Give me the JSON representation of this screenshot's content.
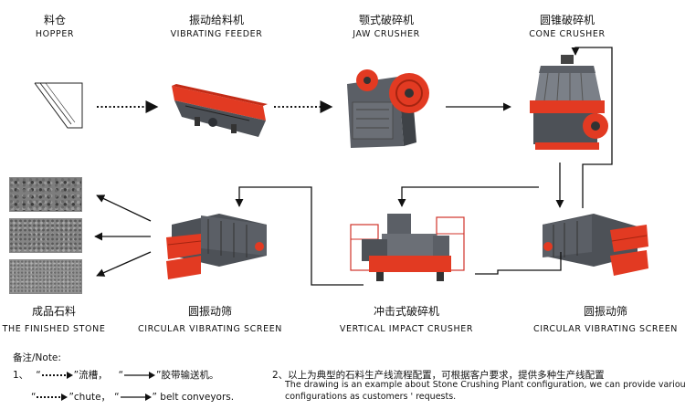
{
  "stages": {
    "hopper": {
      "cn": "料仓",
      "en": "HOPPER"
    },
    "feeder": {
      "cn": "振动给料机",
      "en": "VIBRATING  FEEDER"
    },
    "jaw": {
      "cn": "颚式破碎机",
      "en": "JAW  CRUSHER"
    },
    "cone": {
      "cn": "圆锥破碎机",
      "en": "CONE  CRUSHER"
    },
    "stone": {
      "cn": "成品石料",
      "en": "THE FINISHED STONE"
    },
    "screen1": {
      "cn": "圆振动筛",
      "en": "CIRCULAR VIBRATING SCREEN"
    },
    "impact": {
      "cn": "冲击式破碎机",
      "en": "VERTICAL IMPACT CRUSHER"
    },
    "screen2": {
      "cn": "圆振动筛",
      "en": "CIRCULAR VIBRATING SCREEN"
    }
  },
  "notes": {
    "title": "备注/Note:",
    "n1_num": "1、",
    "n1_q1": "“",
    "n1_q2": "”流槽，",
    "n1_q3": "“",
    "n1_q4": "”胶带输送机。",
    "n1_en_q1": "“",
    "n1_en_chute": "”chute，",
    "n1_en_q3": "“",
    "n1_en_belt": "” belt conveyors.",
    "n2_cn": "2、以上为典型的石料生产线流程配置，可根据客户要求，提供多种生产线配置",
    "n2_en1": "The drawing is an example about Stone Crushing Plant configuration, we can provide various",
    "n2_en2": "configurations as customers ' requests."
  },
  "colors": {
    "machine_red": "#e23a22",
    "machine_gray": "#5b5f66",
    "arrow": "#111111"
  }
}
